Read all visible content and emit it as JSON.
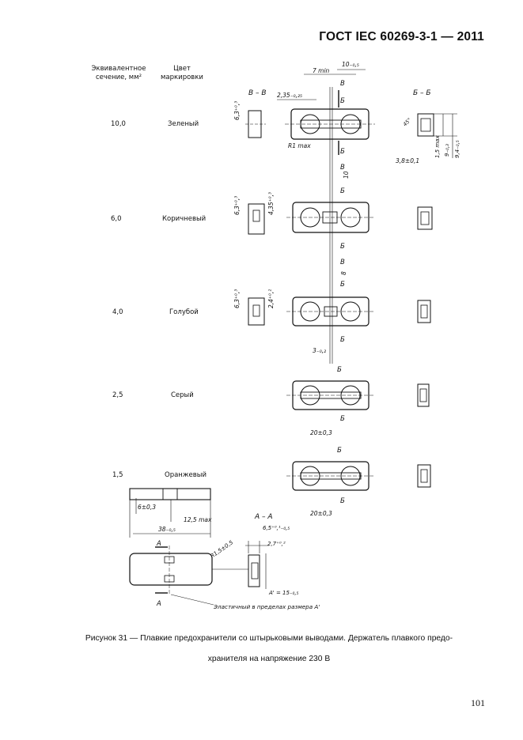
{
  "header": {
    "standard": "ГОСТ IEC 60269-3-1 — 2011"
  },
  "table": {
    "col_section": [
      "Эквивалентное",
      "сечение, мм²"
    ],
    "col_color": [
      "Цвет",
      "маркировки"
    ],
    "rows": [
      {
        "section": "10,0",
        "color": "Зеленый"
      },
      {
        "section": "6,0",
        "color": "Коричневый"
      },
      {
        "section": "4,0",
        "color": "Голубой"
      },
      {
        "section": "2,5",
        "color": "Серый"
      },
      {
        "section": "1,5",
        "color": "Оранжевый"
      }
    ]
  },
  "section_labels": {
    "v_v": "В – В",
    "b_b": "Б – Б",
    "a_a": "А – А",
    "b": "Б",
    "v": "В",
    "a": "А"
  },
  "dimensions": {
    "d_10": "10₋₀,₅",
    "d_7min": "7 min",
    "d_235": "2,35₋₀,₂₅",
    "d_63": "6,3⁺⁰,³",
    "r1max": "R1 max",
    "d_45": "45°",
    "d_15max": "1,5 max",
    "d_93": "9₋₀,₃",
    "d_94": "9,4₋₀,₅",
    "d_38": "3,8±0,1",
    "d_10_v": "10",
    "d_435": "4,35⁺⁰,³",
    "d_8": "8",
    "d_24": "2,4⁺⁰,²",
    "d_3": "3₋₀,₂",
    "d_20_1": "20±0,3",
    "d_20_2": "20±0,3",
    "d_6": "6±0,3",
    "d_125": "12,5 max",
    "d_38b": "38₋₀,₅",
    "d_r15": "R1,5±0,5",
    "d_65": "6,5⁺⁰,¹₋₀,₅",
    "d_27": "2,7⁺⁰,²",
    "d_a15": "A' = 15₋₀,₅",
    "note": "Эластичный в пределах размера А'"
  },
  "caption": {
    "line1": "Рисунок 31 — Плавкие предохранители со штырьковыми выводами. Держатель плавкого предо-",
    "line2": "хранителя на напряжение 230 В"
  },
  "page_number": "101"
}
